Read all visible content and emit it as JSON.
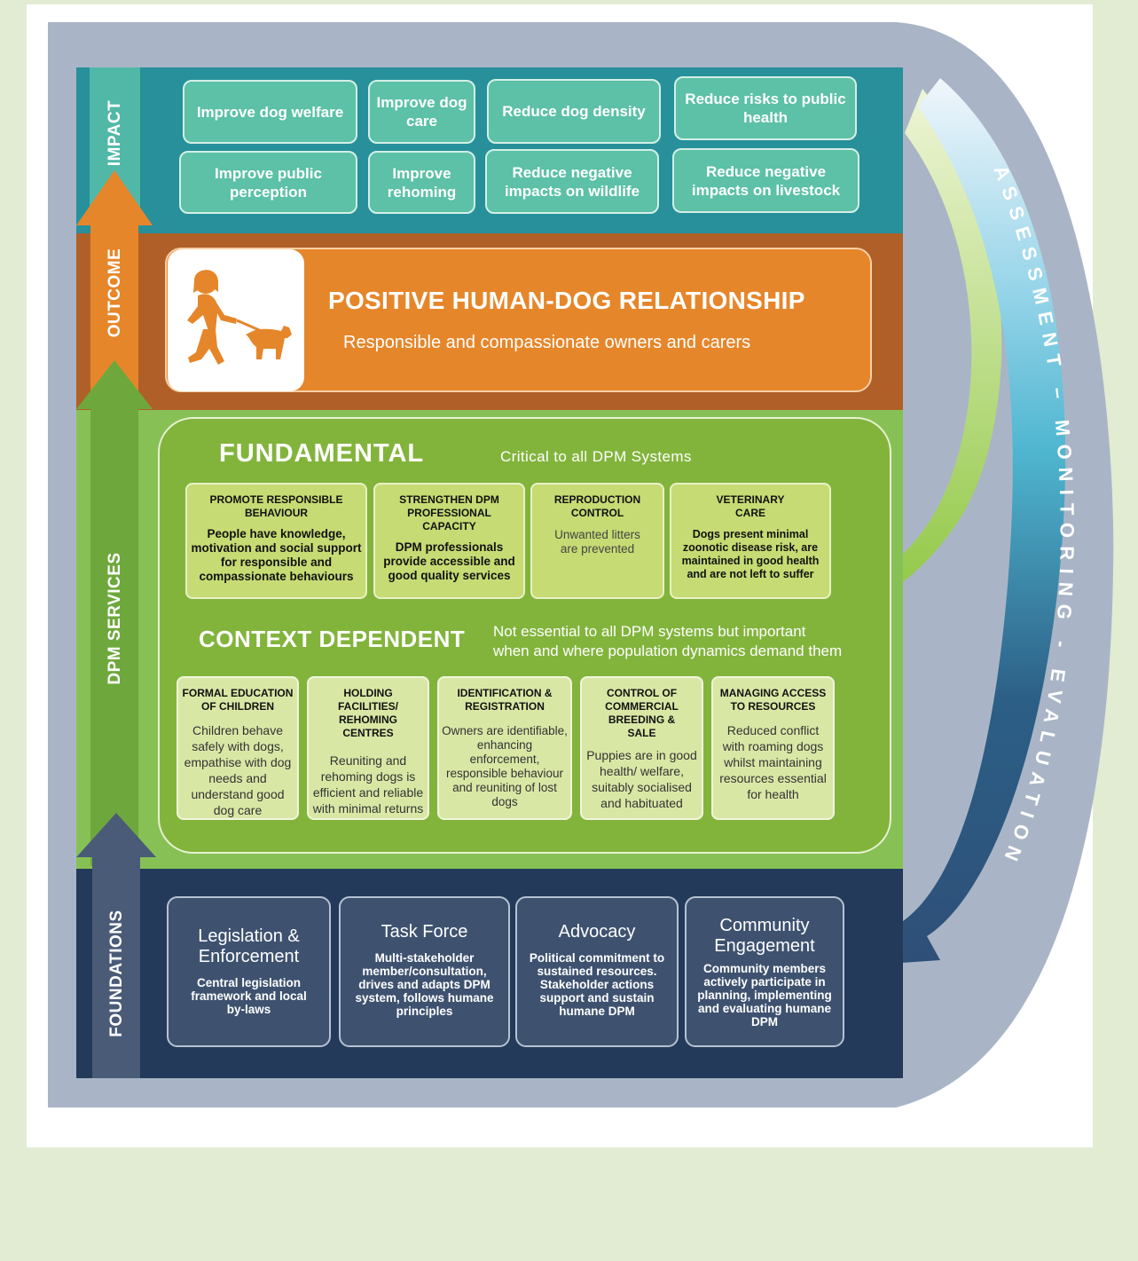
{
  "colors": {
    "page_bg": "#e2ecd3",
    "impact": "#27909b",
    "outcome": "#b05f28",
    "services": "#87c156",
    "foundations": "#243a5a",
    "arc": "#a9b5c6"
  },
  "labels": {
    "impact": "IMPACT",
    "outcome": "OUTCOME",
    "services": "DPM SERVICES",
    "foundations": "FOUNDATIONS",
    "arc": "ASSESSMENT – MONITORING - EVALUATION"
  },
  "impact_items": [
    "Improve dog welfare",
    "Improve dog care",
    "Reduce dog density",
    "Reduce risks to public health",
    "Improve public perception",
    "Improve rehoming",
    "Reduce negative impacts on wildlife",
    "Reduce negative impacts on livestock"
  ],
  "outcome": {
    "title": "POSITIVE HUMAN-DOG RELATIONSHIP",
    "subtitle": "Responsible and compassionate owners and carers",
    "icon": "person-walking-dog-icon"
  },
  "fundamental": {
    "title": "FUNDAMENTAL",
    "subtitle": "Critical to all DPM Systems",
    "items": [
      {
        "head": "PROMOTE RESPONSIBLE BEHAVIOUR",
        "desc": "People have knowledge, motivation and social support for responsible and compassionate behaviours"
      },
      {
        "head": "STRENGTHEN DPM PROFESSIONAL CAPACITY",
        "desc": "DPM professionals provide accessible and good quality services"
      },
      {
        "head": "REPRODUCTION CONTROL",
        "desc": "Unwanted litters are prevented"
      },
      {
        "head": "VETERINARY CARE",
        "desc": "Dogs present minimal zoonotic disease risk, are maintained in good health and are not left to suffer"
      }
    ]
  },
  "context": {
    "title": "CONTEXT DEPENDENT",
    "subtitle": "Not essential to all DPM systems but important when and where population dynamics demand them",
    "items": [
      {
        "head": "FORMAL EDUCATION OF CHILDREN",
        "desc": "Children behave safely with dogs, empathise with dog needs and understand good dog care"
      },
      {
        "head": "HOLDING FACILITIES/ REHOMING CENTRES",
        "desc": "Reuniting and rehoming dogs is efficient and reliable with minimal returns"
      },
      {
        "head": "IDENTIFICATION & REGISTRATION",
        "desc": "Owners are identifiable, enhancing enforcement, responsible behaviour and reuniting of lost dogs"
      },
      {
        "head": "CONTROL OF COMMERCIAL BREEDING & SALE",
        "desc": "Puppies are in good health/ welfare, suitably socialised and habituated"
      },
      {
        "head": "MANAGING ACCESS TO RESOURCES",
        "desc": "Reduced conflict with roaming dogs whilst maintaining resources essential for health"
      }
    ]
  },
  "foundations": [
    {
      "title": "Legislation & Enforcement",
      "desc": "Central legislation framework and local by-laws"
    },
    {
      "title": "Task Force",
      "desc": "Multi-stakeholder member/consultation, drives and adapts DPM system, follows humane principles"
    },
    {
      "title": "Advocacy",
      "desc": "Political commitment to sustained resources. Stakeholder actions support and sustain humane DPM"
    },
    {
      "title": "Community Engagement",
      "desc": "Community members actively participate in planning, implementing and evaluating humane DPM"
    }
  ]
}
